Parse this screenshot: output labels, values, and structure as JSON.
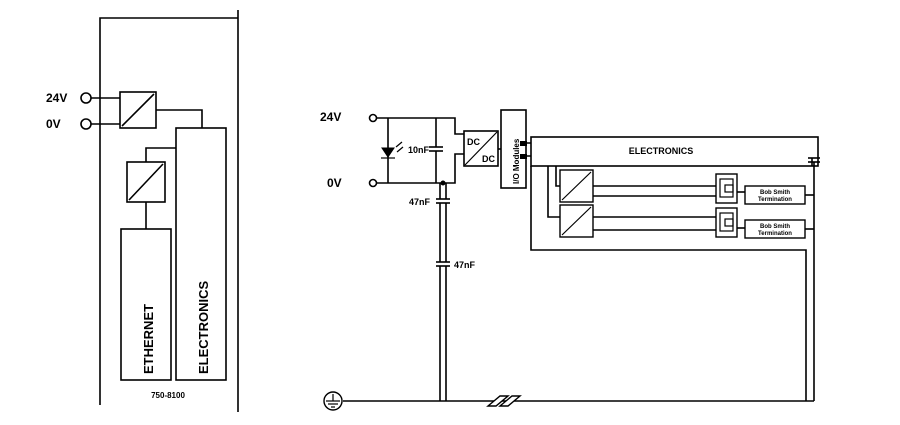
{
  "left_module": {
    "supply_pos_label": "24V",
    "supply_neg_label": "0V",
    "ethernet_label": "ETHERNET",
    "electronics_label": "ELECTRONICS",
    "part_number": "750-8100"
  },
  "right_schematic": {
    "supply_pos_label": "24V",
    "supply_neg_label": "0V",
    "cap_10nf_label": "10nF",
    "cap_47nf_upper_label": "47nF",
    "cap_47nf_lower_label": "47nF",
    "dc_top_label": "DC",
    "dc_bottom_label": "DC",
    "io_modules_label": "I/O Modules",
    "electronics_label": "ELECTRONICS",
    "termination_1_line1": "Bob Smith",
    "termination_1_line2": "Termination",
    "termination_2_line1": "Bob Smith",
    "termination_2_line2": "Termination"
  },
  "icons": {
    "ground": "protective-earth-icon",
    "led": "led-diode-icon",
    "chassis_break": "break-symbol-icon"
  }
}
